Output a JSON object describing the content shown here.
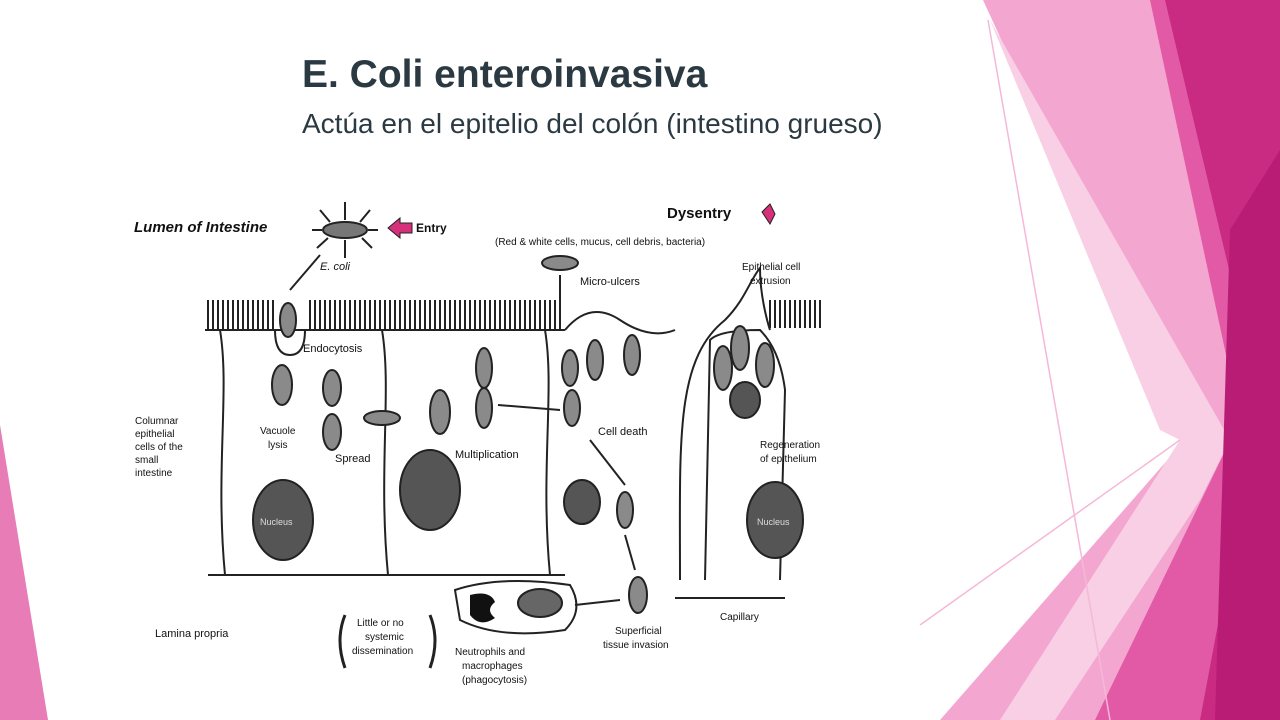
{
  "slide": {
    "title": "E. Coli enteroinvasiva",
    "subtitle": "Actúa en el epitelio del colón (intestino grueso)"
  },
  "colors": {
    "accent": "#c2307e",
    "title_text": "#2b3a42"
  },
  "diagram": {
    "lumen": "Lumen of Intestine",
    "entry": "Entry",
    "ecoli": "E. coli",
    "dysentry": "Dysentry",
    "dysentry_detail": "(Red & white cells, mucus, cell debris, bacteria)",
    "micro_ulcers": "Micro-ulcers",
    "epithelial_extrusion_1": "Epithelial cell",
    "epithelial_extrusion_2": "extrusion",
    "endocytosis": "Endocytosis",
    "columnar_1": "Columnar",
    "columnar_2": "epithelial",
    "columnar_3": "cells of the",
    "columnar_4": "small",
    "columnar_5": "intestine",
    "vacuole_1": "Vacuole",
    "vacuole_2": "lysis",
    "spread": "Spread",
    "multiplication": "Multiplication",
    "cell_death": "Cell death",
    "regeneration_1": "Regeneration",
    "regeneration_2": "of epithelium",
    "nucleus": "Nucleus",
    "lamina": "Lamina propria",
    "little_1": "Little or no",
    "little_2": "systemic",
    "little_3": "dissemination",
    "neutro_1": "Neutrophils and",
    "neutro_2": "macrophages",
    "neutro_3": "(phagocytosis)",
    "superficial_1": "Superficial",
    "superficial_2": "tissue invasion",
    "capillary": "Capillary"
  }
}
